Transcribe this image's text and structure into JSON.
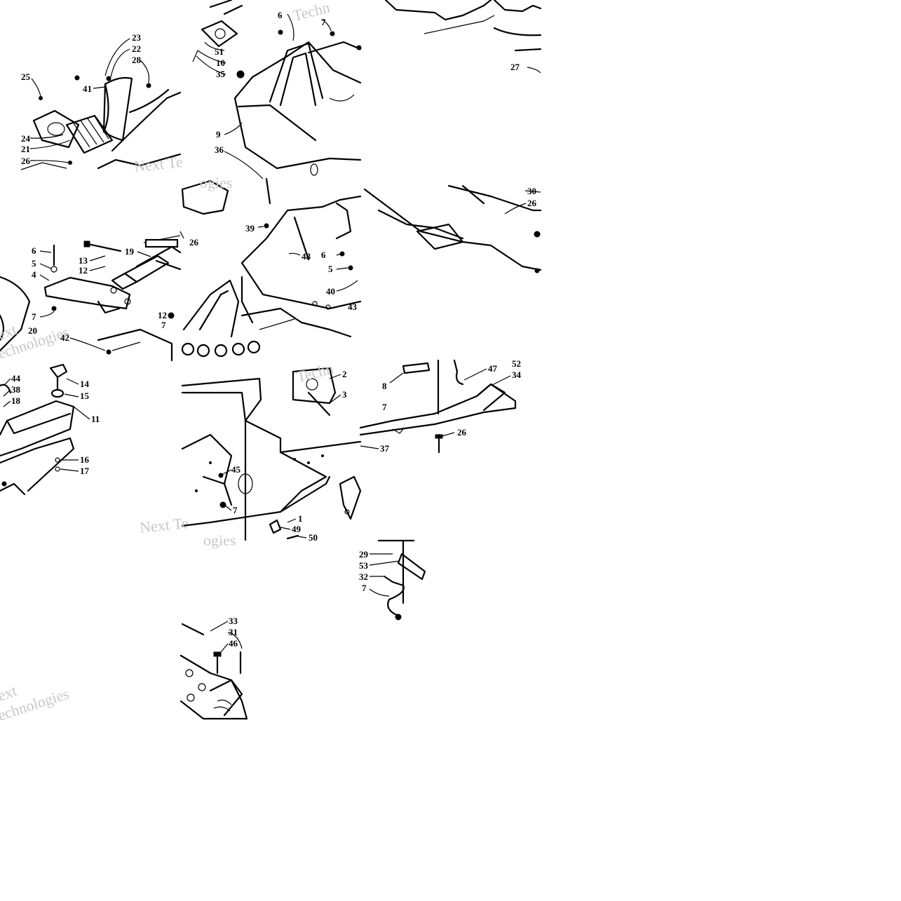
{
  "diagram": {
    "kind": "exploded parts diagram",
    "callouts": [
      {
        "id": "c23",
        "label": "23"
      },
      {
        "id": "c22",
        "label": "22"
      },
      {
        "id": "c28",
        "label": "28"
      },
      {
        "id": "c25",
        "label": "25"
      },
      {
        "id": "c41",
        "label": "41"
      },
      {
        "id": "c24",
        "label": "24"
      },
      {
        "id": "c21",
        "label": "21"
      },
      {
        "id": "c26a",
        "label": "26"
      },
      {
        "id": "c6a",
        "label": "6"
      },
      {
        "id": "c7a",
        "label": "7"
      },
      {
        "id": "c51",
        "label": "51"
      },
      {
        "id": "c10",
        "label": "10"
      },
      {
        "id": "c35",
        "label": "35"
      },
      {
        "id": "c9",
        "label": "9"
      },
      {
        "id": "c36",
        "label": "36"
      },
      {
        "id": "c27",
        "label": "27"
      },
      {
        "id": "c30",
        "label": "30"
      },
      {
        "id": "c26b",
        "label": "26"
      },
      {
        "id": "c6b",
        "label": "6"
      },
      {
        "id": "c5a",
        "label": "5"
      },
      {
        "id": "c4",
        "label": "4"
      },
      {
        "id": "c7b",
        "label": "7"
      },
      {
        "id": "c20",
        "label": "20"
      },
      {
        "id": "c13",
        "label": "13"
      },
      {
        "id": "c12a",
        "label": "12"
      },
      {
        "id": "c19",
        "label": "19"
      },
      {
        "id": "c12b",
        "label": "12"
      },
      {
        "id": "c7c",
        "label": "7"
      },
      {
        "id": "c42",
        "label": "42"
      },
      {
        "id": "c26c",
        "label": "26"
      },
      {
        "id": "c39",
        "label": "39"
      },
      {
        "id": "c48",
        "label": "48"
      },
      {
        "id": "c6c",
        "label": "6"
      },
      {
        "id": "c5b",
        "label": "5"
      },
      {
        "id": "c40",
        "label": "40"
      },
      {
        "id": "c43",
        "label": "43"
      },
      {
        "id": "c44",
        "label": "44"
      },
      {
        "id": "c38",
        "label": "38"
      },
      {
        "id": "c18",
        "label": "18"
      },
      {
        "id": "c14",
        "label": "14"
      },
      {
        "id": "c15",
        "label": "15"
      },
      {
        "id": "c11",
        "label": "11"
      },
      {
        "id": "c16",
        "label": "16"
      },
      {
        "id": "c17",
        "label": "17"
      },
      {
        "id": "c2",
        "label": "2"
      },
      {
        "id": "c3",
        "label": "3"
      },
      {
        "id": "c45",
        "label": "45"
      },
      {
        "id": "c7d",
        "label": "7"
      },
      {
        "id": "c1",
        "label": "1"
      },
      {
        "id": "c49",
        "label": "49"
      },
      {
        "id": "c50",
        "label": "50"
      },
      {
        "id": "c8",
        "label": "8"
      },
      {
        "id": "c47",
        "label": "47"
      },
      {
        "id": "c52",
        "label": "52"
      },
      {
        "id": "c34",
        "label": "34"
      },
      {
        "id": "c7e",
        "label": "7"
      },
      {
        "id": "c26d",
        "label": "26"
      },
      {
        "id": "c37",
        "label": "37"
      },
      {
        "id": "c29",
        "label": "29"
      },
      {
        "id": "c53",
        "label": "53"
      },
      {
        "id": "c32",
        "label": "32"
      },
      {
        "id": "c7f",
        "label": "7"
      },
      {
        "id": "c33",
        "label": "33"
      },
      {
        "id": "c31",
        "label": "31"
      },
      {
        "id": "c46",
        "label": "46"
      }
    ],
    "watermarks": [
      {
        "id": "wm1",
        "text": "Next Te"
      },
      {
        "id": "wm2",
        "text": "ogies"
      },
      {
        "id": "wm3",
        "text": "Techn"
      },
      {
        "id": "wm4",
        "text": "ext"
      },
      {
        "id": "wm5",
        "text": "echnologies"
      },
      {
        "id": "wm6",
        "text": "Next Te"
      },
      {
        "id": "wm7",
        "text": "ogies"
      },
      {
        "id": "wm8",
        "text": "Techn"
      },
      {
        "id": "wm9",
        "text": "ext"
      },
      {
        "id": "wm10",
        "text": "echnologies"
      }
    ]
  }
}
